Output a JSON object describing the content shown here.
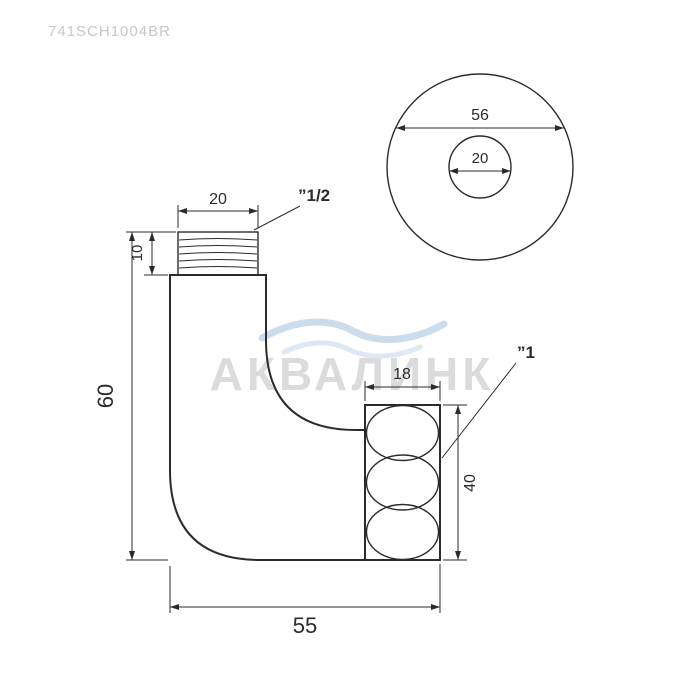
{
  "part_number": "741SCH1004BR",
  "watermark": "АКВАЛИНК",
  "top_view": {
    "outer_diameter": "56",
    "inner_diameter": "20"
  },
  "front_view": {
    "thread_width": "20",
    "thread_height": "10",
    "overall_height": "60",
    "overall_width": "55",
    "nut_width": "18",
    "nut_height": "40",
    "thread_size_label": "”1/2",
    "nut_size_label": "”1"
  },
  "colors": {
    "line": "#2b2b2b",
    "watermark_text": "#dadada",
    "watermark_wave": "#c9dbeb",
    "part_number": "#c7c7c7"
  }
}
